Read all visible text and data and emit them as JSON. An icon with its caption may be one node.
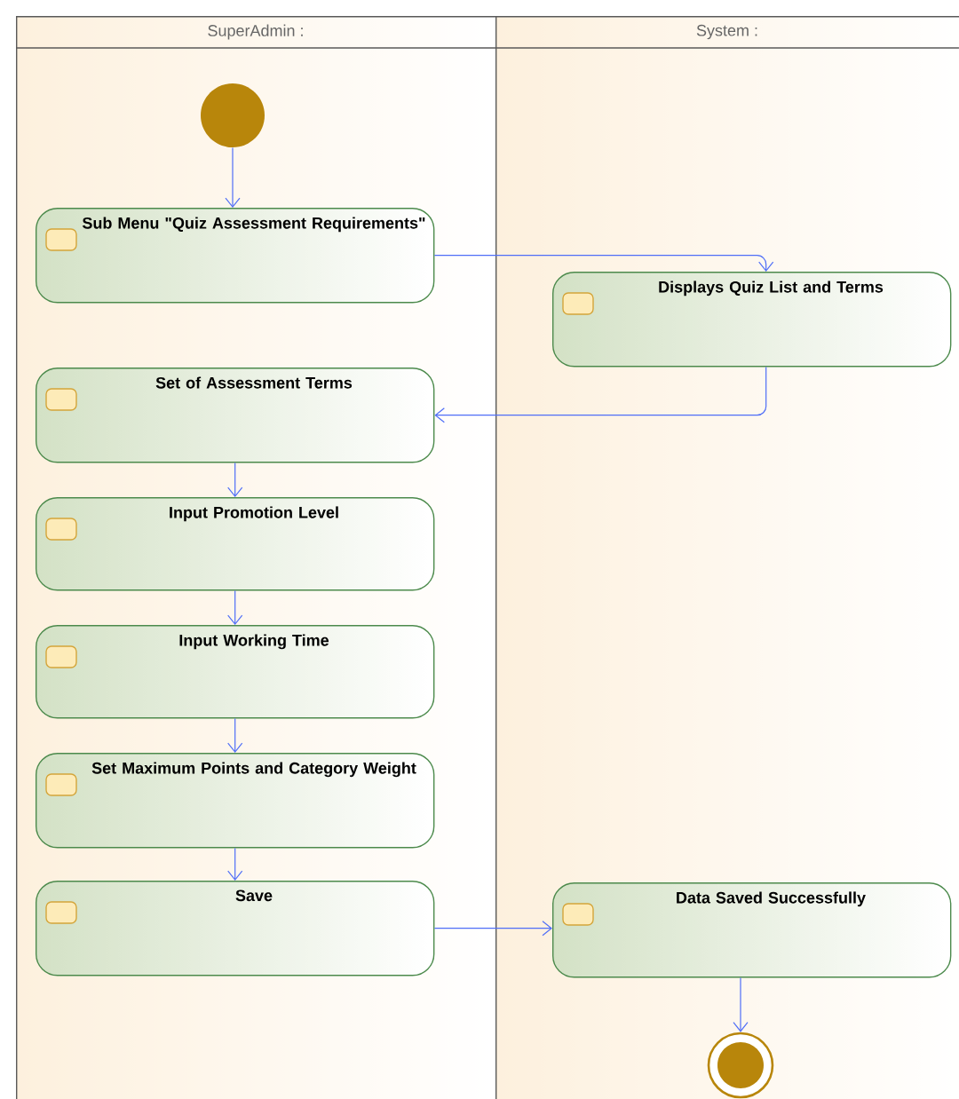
{
  "diagram": {
    "nodes": [
      {
        "text": [
          "SuperAdmin :"
        ]
      },
      {
        "text": [
          "System :"
        ]
      },
      {
        "text": [],
        "shape": "circle",
        "in": 0
      },
      {
        "text": [
          "Sub Menu \"Quiz Assessment Requirements\""
        ],
        "in": 0
      },
      {
        "text": [
          "Displays Quiz List and Terms"
        ],
        "in": 1
      },
      {
        "text": [
          "Set of Assessment Terms"
        ],
        "in": 0
      },
      {
        "text": [
          "Input Promotion Level"
        ],
        "in": 0
      },
      {
        "text": [
          "Input Working Time"
        ],
        "in": 0
      },
      {
        "text": [
          "Set Maximum Points and Category Weight"
        ],
        "in": 0
      },
      {
        "text": [
          "Save"
        ],
        "in": 0
      },
      {
        "text": [
          "Data Saved Successfully"
        ],
        "in": 1
      },
      {
        "text": [],
        "shape": "bullseye",
        "in": 1
      }
    ],
    "edges": [
      {
        "from": 2,
        "to": 3,
        "arrow": "to"
      },
      {
        "from": 3,
        "to": 4,
        "arrow": "to"
      },
      {
        "from": 4,
        "to": 5,
        "arrow": "to"
      },
      {
        "from": 5,
        "to": 6,
        "arrow": "to"
      },
      {
        "from": 6,
        "to": 7,
        "arrow": "to"
      },
      {
        "from": 7,
        "to": 8,
        "arrow": "to"
      },
      {
        "from": 8,
        "to": 9,
        "arrow": "to"
      },
      {
        "from": 9,
        "to": 10,
        "arrow": "to"
      },
      {
        "from": 10,
        "to": 11,
        "arrow": "to"
      }
    ]
  }
}
